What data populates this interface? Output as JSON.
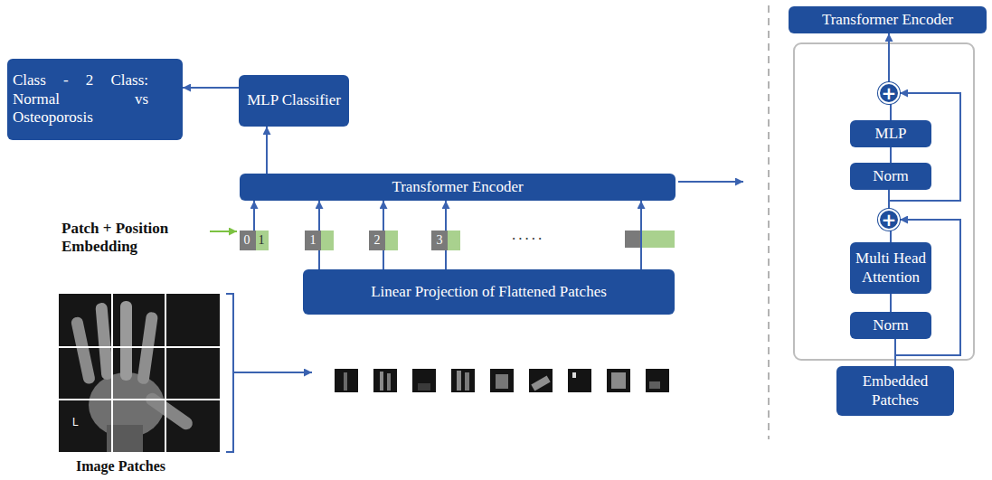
{
  "diagram": {
    "nodes": [
      {
        "text": [
          "Class - 2 Class: Normal vs Osteoporosis"
        ]
      },
      {
        "text": [
          "MLP Classifier"
        ]
      },
      {
        "text": [
          "Transformer Encoder"
        ]
      },
      {
        "text": [
          "0",
          "1"
        ]
      },
      {
        "text": [
          "1"
        ]
      },
      {
        "text": [
          "2"
        ]
      },
      {
        "text": [
          "3"
        ]
      },
      {
        "text": [
          "Linear Projection of Flattened Patches"
        ]
      },
      {
        "text": [
          "Transformer Encoder"
        ]
      },
      {
        "text": [
          "+"
        ]
      },
      {
        "text": [
          "MLP"
        ]
      },
      {
        "text": [
          "Norm"
        ]
      },
      {
        "text": [
          "+"
        ]
      },
      {
        "text": [
          "Multi Head Attention"
        ]
      },
      {
        "text": [
          "Norm"
        ]
      },
      {
        "text": [
          "Embedded Patches"
        ]
      }
    ],
    "edges": [
      {
        "from": 1,
        "to": 0,
        "arrow": "to"
      },
      {
        "from": 2,
        "to": 1,
        "arrow": "to"
      },
      {
        "from": 3,
        "to": 2,
        "arrow": "to"
      },
      {
        "from": 4,
        "to": 2,
        "arrow": "to"
      },
      {
        "from": 5,
        "to": 2,
        "arrow": "to"
      },
      {
        "from": 6,
        "to": 2,
        "arrow": "to"
      },
      {
        "from": 7,
        "to": 4,
        "arrow": "none"
      },
      {
        "from": 7,
        "to": 5,
        "arrow": "none"
      },
      {
        "from": 7,
        "to": 6,
        "arrow": "none"
      },
      {
        "from": 9,
        "to": 8,
        "arrow": "to"
      },
      {
        "from": 10,
        "to": 9,
        "arrow": "none"
      },
      {
        "from": 11,
        "to": 10,
        "arrow": "none"
      },
      {
        "from": 12,
        "to": 11,
        "arrow": "none"
      },
      {
        "from": 13,
        "to": 12,
        "arrow": "none"
      },
      {
        "from": 14,
        "to": 13,
        "arrow": "none"
      },
      {
        "from": 15,
        "to": 14,
        "arrow": "none"
      },
      {
        "from": 15,
        "to": 12,
        "arrow": "to"
      },
      {
        "from": 12,
        "to": 9,
        "arrow": "to"
      }
    ],
    "labels": [
      "Patch + Position Embedding",
      ".....",
      "Image Patches",
      "L"
    ]
  }
}
